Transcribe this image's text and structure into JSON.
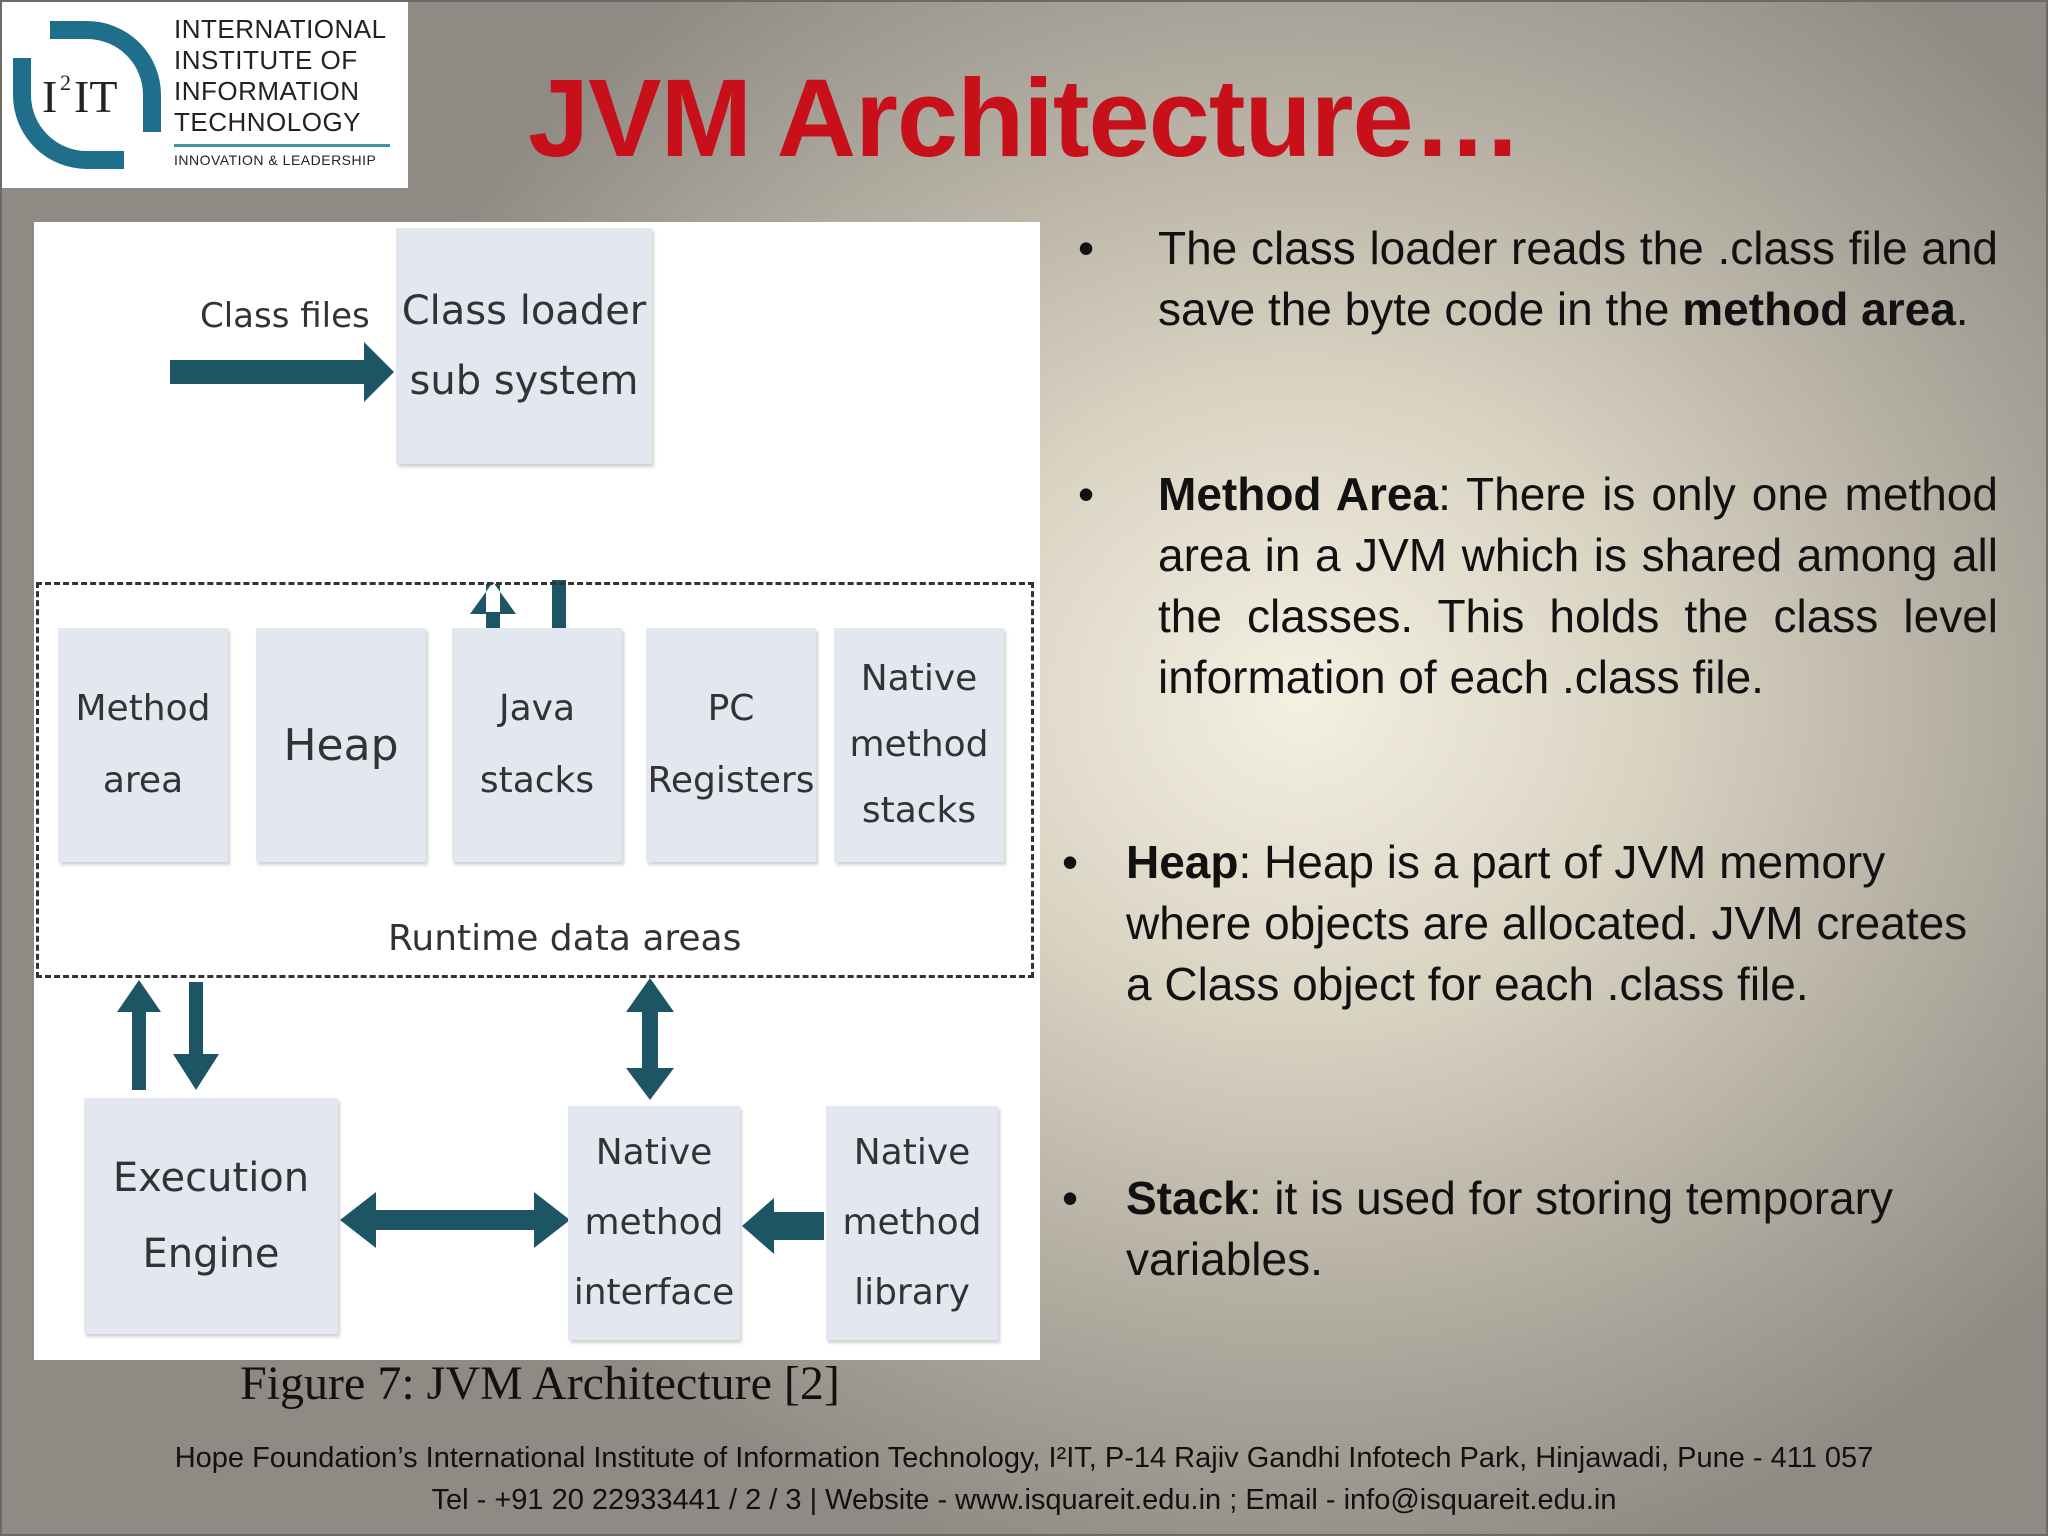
{
  "logo": {
    "mark_text": "I2IT",
    "lines": [
      "INTERNATIONAL",
      "INSTITUTE OF",
      "INFORMATION",
      "TECHNOLOGY"
    ],
    "tagline": "INNOVATION & LEADERSHIP",
    "ring_color": "#1f6e8c"
  },
  "slide": {
    "title": "JVM Architecture…",
    "title_color": "#c8101b"
  },
  "diagram": {
    "class_files_label": "Class files",
    "class_loader": [
      "Class loader",
      "sub system"
    ],
    "runtime_boxes": [
      [
        "Method",
        "area"
      ],
      [
        "Heap"
      ],
      [
        "Java",
        "stacks"
      ],
      [
        "PC",
        "Registers"
      ],
      [
        "Native",
        "method",
        "stacks"
      ]
    ],
    "runtime_label": "Runtime data areas",
    "execution_engine": [
      "Execution",
      "Engine"
    ],
    "native_interface": [
      "Native",
      "method",
      "interface"
    ],
    "native_library": [
      "Native",
      "method",
      "library"
    ],
    "arrow_color": "#1e5565",
    "caption": "Figure 7: JVM Architecture [2]"
  },
  "bullets": [
    {
      "bold": "",
      "text": "The class loader reads the .class file and save the byte code in the ",
      "bold_end": "method area",
      "tail": "."
    },
    {
      "bold": "Method Area",
      "text": ": There is only one method area in a JVM which is shared among all the classes. This holds the class level information of each .class file.",
      "bold_end": "",
      "tail": ""
    },
    {
      "bold": "Heap",
      "text": ": Heap is a part of JVM memory where objects are allocated. JVM creates a Class object for each .class file.",
      "bold_end": "",
      "tail": ""
    },
    {
      "bold": "Stack",
      "text": ": it is used for storing temporary variables.",
      "bold_end": "",
      "tail": ""
    }
  ],
  "footer": {
    "line1": "Hope Foundation’s International Institute of Information Technology, I²IT, P-14 Rajiv Gandhi Infotech Park, Hinjawadi, Pune - 411 057",
    "line2": "Tel - +91 20 22933441 / 2 / 3  |  Website - www.isquareit.edu.in ; Email - info@isquareit.edu.in"
  }
}
